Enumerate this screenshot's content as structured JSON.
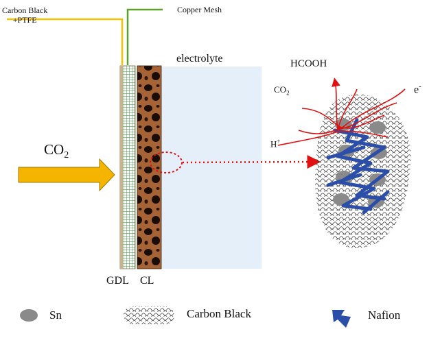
{
  "labels": {
    "carbon_black_ptfe_line1": "Carbon Black",
    "carbon_black_ptfe_line2": "+PTFE",
    "copper_mesh": "Copper Mesh",
    "electrolyte": "electrolyte",
    "co2_inlet": "CO",
    "co2_inlet_sub": "2",
    "gdl": "GDL",
    "cl": "CL",
    "hcooh": "HCOOH",
    "co2_reactant": "CO",
    "co2_reactant_sub": "2",
    "proton": "H",
    "proton_sup": "+",
    "electron": "e",
    "electron_sup": "-"
  },
  "legend": [
    {
      "label": "Sn",
      "icon": "sn-particle-icon"
    },
    {
      "label": "Carbon Black",
      "icon": "carbon-black-mesh-icon"
    },
    {
      "label": "Nafion",
      "icon": "nafion-lightning-icon"
    }
  ],
  "colors": {
    "ptfe_wire": "#f5c400",
    "copper_wire": "#5aa02c",
    "electrolyte": "#e4eff9",
    "co2_arrow": "#f5b400",
    "catalyst_layer": "#a0522d",
    "nafion": "#2b4fa8",
    "reaction_lines": "#e01010",
    "sn_particle": "#8a8a8a"
  }
}
